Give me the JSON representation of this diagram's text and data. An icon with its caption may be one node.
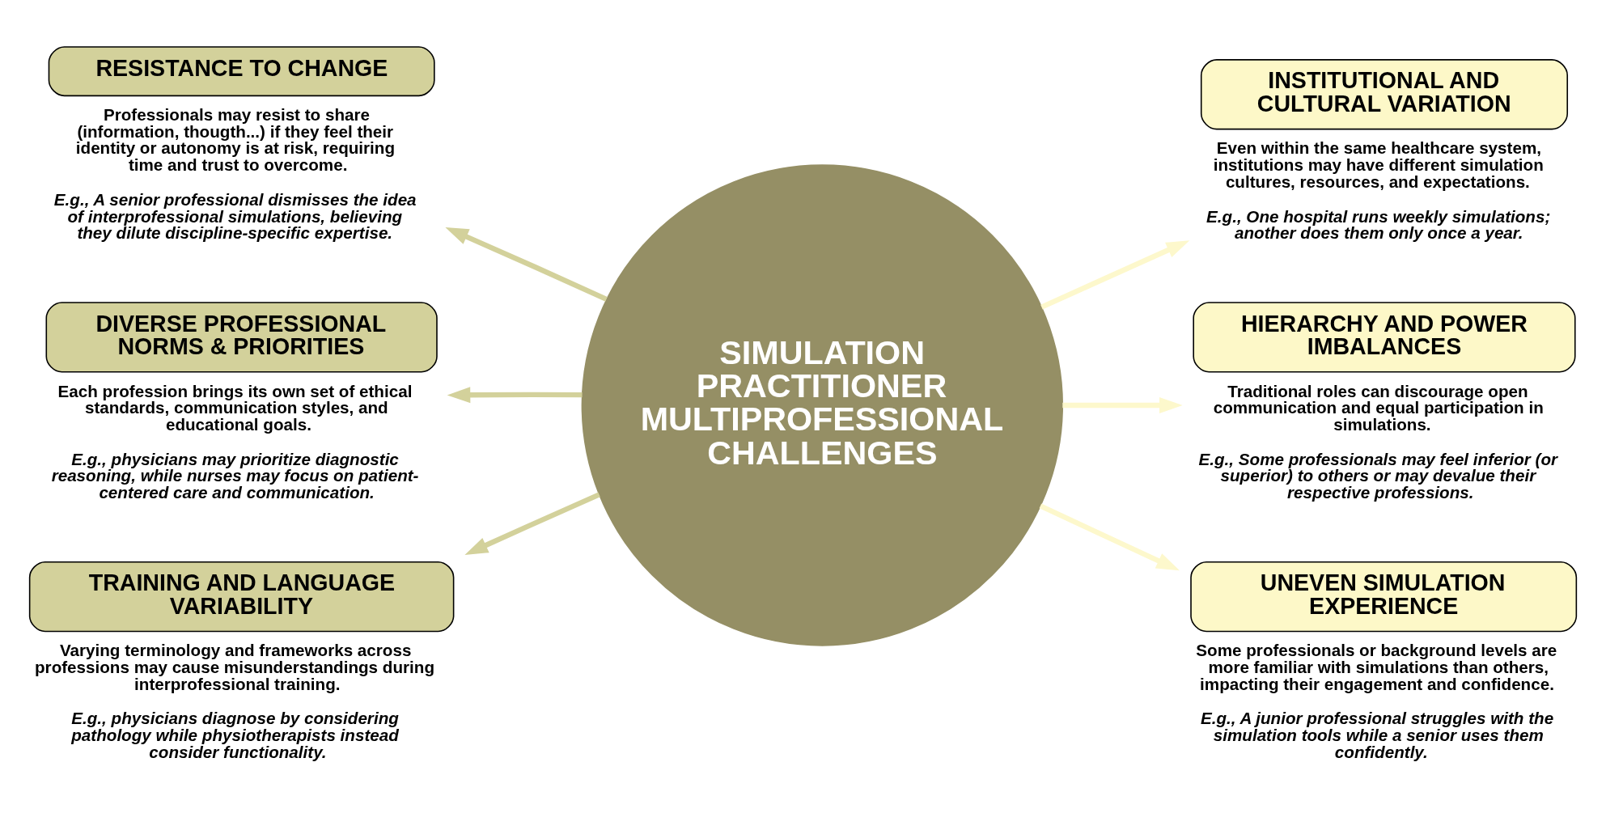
{
  "diagram": {
    "nodes": [
      {
        "text": [
          "SIMULATION PRACTITIONER MULTIPROFESSIONAL CHALLENGES"
        ]
      },
      {
        "text": [
          "RESISTANCE TO CHANGE"
        ],
        "beside": [
          "Professionals may resist to share (information, thougth...) if they feel their identity or autonomy is at risk, requiring time and trust to overcome.",
          "E.g., A senior professional dismisses the idea of interprofessional simulations, believing they dilute discipline-specific expertise."
        ]
      },
      {
        "text": [
          "DIVERSE PROFESSIONAL NORMS & PRIORITIES"
        ],
        "beside": [
          "Each profession brings its own set of ethical standards, communication styles, and educational goals.",
          "E.g., physicians may prioritize diagnostic reasoning, while nurses may focus on patient-centered care and communication."
        ]
      },
      {
        "text": [
          "TRAINING AND LANGUAGE VARIABILITY"
        ],
        "beside": [
          "Varying terminology and frameworks across professions may cause misunderstandings during interprofessional training.",
          "E.g., physicians diagnose by considering pathology while physiotherapists instead consider functionality."
        ]
      },
      {
        "text": [
          "INSTITUTIONAL AND CULTURAL VARIATION"
        ],
        "beside": [
          "Even within the same healthcare system, institutions may have different simulation cultures, resources, and expectations.",
          "E.g., One hospital runs weekly simulations; another does them only once a year."
        ]
      },
      {
        "text": [
          "HIERARCHY AND POWER IMBALANCES"
        ],
        "beside": [
          "Traditional roles can discourage open communication and equal participation in simulations.",
          "E.g., Some professionals may feel inferior (or superior) to others or may devalue their respective professions."
        ]
      },
      {
        "text": [
          "UNEVEN SIMULATION EXPERIENCE"
        ],
        "beside": [
          "Some professionals or background levels are more familiar with simulations than others, impacting their engagement and confidence.",
          "E.g., A junior professional struggles with the simulation tools while a senior uses them confidently."
        ]
      }
    ],
    "edges": [
      {
        "from": 0,
        "to": 1,
        "arrow": "to",
        "color": "#d3d19b"
      },
      {
        "from": 0,
        "to": 2,
        "arrow": "to",
        "color": "#d3d19b"
      },
      {
        "from": 0,
        "to": 3,
        "arrow": "to",
        "color": "#d3d19b"
      },
      {
        "from": 0,
        "to": 4,
        "arrow": "to",
        "color": "#fdf8cc"
      },
      {
        "from": 0,
        "to": 5,
        "arrow": "to",
        "color": "#fdf8cc"
      },
      {
        "from": 0,
        "to": 6,
        "arrow": "to",
        "color": "#fdf8cc"
      }
    ]
  }
}
